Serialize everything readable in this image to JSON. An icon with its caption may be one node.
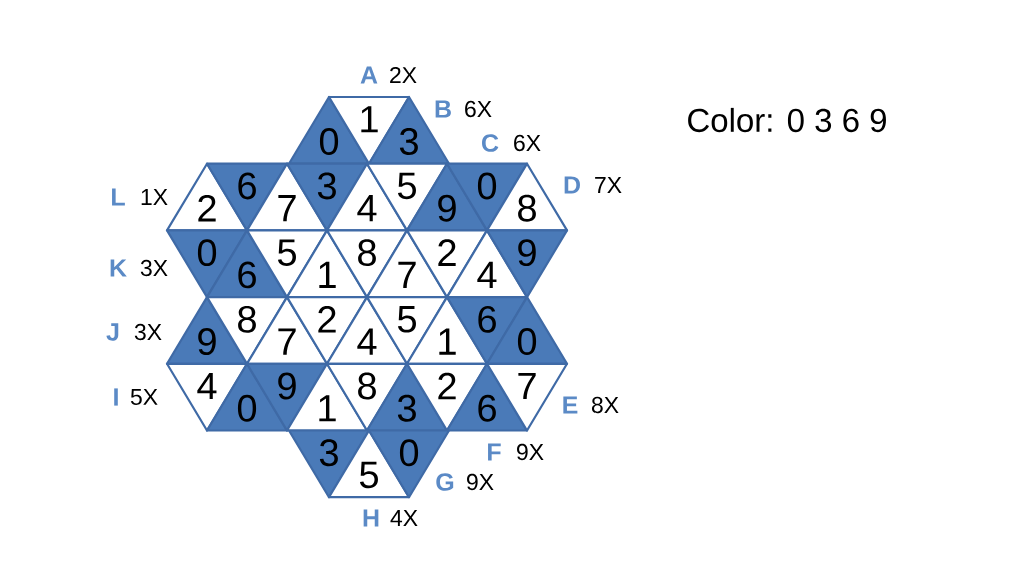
{
  "diagram": {
    "nodes": [
      {
        "text": [
          "0"
        ]
      },
      {
        "text": [
          "1"
        ]
      },
      {
        "text": [
          "3"
        ]
      },
      {
        "text": [
          "2"
        ]
      },
      {
        "text": [
          "6"
        ]
      },
      {
        "text": [
          "7"
        ]
      },
      {
        "text": [
          "3"
        ]
      },
      {
        "text": [
          "4"
        ]
      },
      {
        "text": [
          "5"
        ]
      },
      {
        "text": [
          "9"
        ]
      },
      {
        "text": [
          "0"
        ]
      },
      {
        "text": [
          "8"
        ]
      },
      {
        "text": [
          "0"
        ]
      },
      {
        "text": [
          "6"
        ]
      },
      {
        "text": [
          "5"
        ]
      },
      {
        "text": [
          "1"
        ]
      },
      {
        "text": [
          "8"
        ]
      },
      {
        "text": [
          "7"
        ]
      },
      {
        "text": [
          "2"
        ]
      },
      {
        "text": [
          "4"
        ]
      },
      {
        "text": [
          "9"
        ]
      },
      {
        "text": [
          "9"
        ]
      },
      {
        "text": [
          "8"
        ]
      },
      {
        "text": [
          "7"
        ]
      },
      {
        "text": [
          "2"
        ]
      },
      {
        "text": [
          "4"
        ]
      },
      {
        "text": [
          "5"
        ]
      },
      {
        "text": [
          "1"
        ]
      },
      {
        "text": [
          "6"
        ]
      },
      {
        "text": [
          "0"
        ]
      },
      {
        "text": [
          "4"
        ]
      },
      {
        "text": [
          "0"
        ]
      },
      {
        "text": [
          "9"
        ]
      },
      {
        "text": [
          "1"
        ]
      },
      {
        "text": [
          "8"
        ]
      },
      {
        "text": [
          "3"
        ]
      },
      {
        "text": [
          "2"
        ]
      },
      {
        "text": [
          "6"
        ]
      },
      {
        "text": [
          "7"
        ]
      },
      {
        "text": [
          "3"
        ]
      },
      {
        "text": [
          "5"
        ]
      },
      {
        "text": [
          "0"
        ]
      }
    ],
    "labels": [
      "A",
      "2X",
      "B",
      "6X",
      "C",
      "6X",
      "D",
      "7X",
      "E",
      "8X",
      "F",
      "9X",
      "G",
      "9X",
      "H",
      "4X",
      "I",
      "5X",
      "J",
      "3X",
      "K",
      "3X",
      "L",
      "1X",
      "Color: 0 3 6 9"
    ]
  }
}
